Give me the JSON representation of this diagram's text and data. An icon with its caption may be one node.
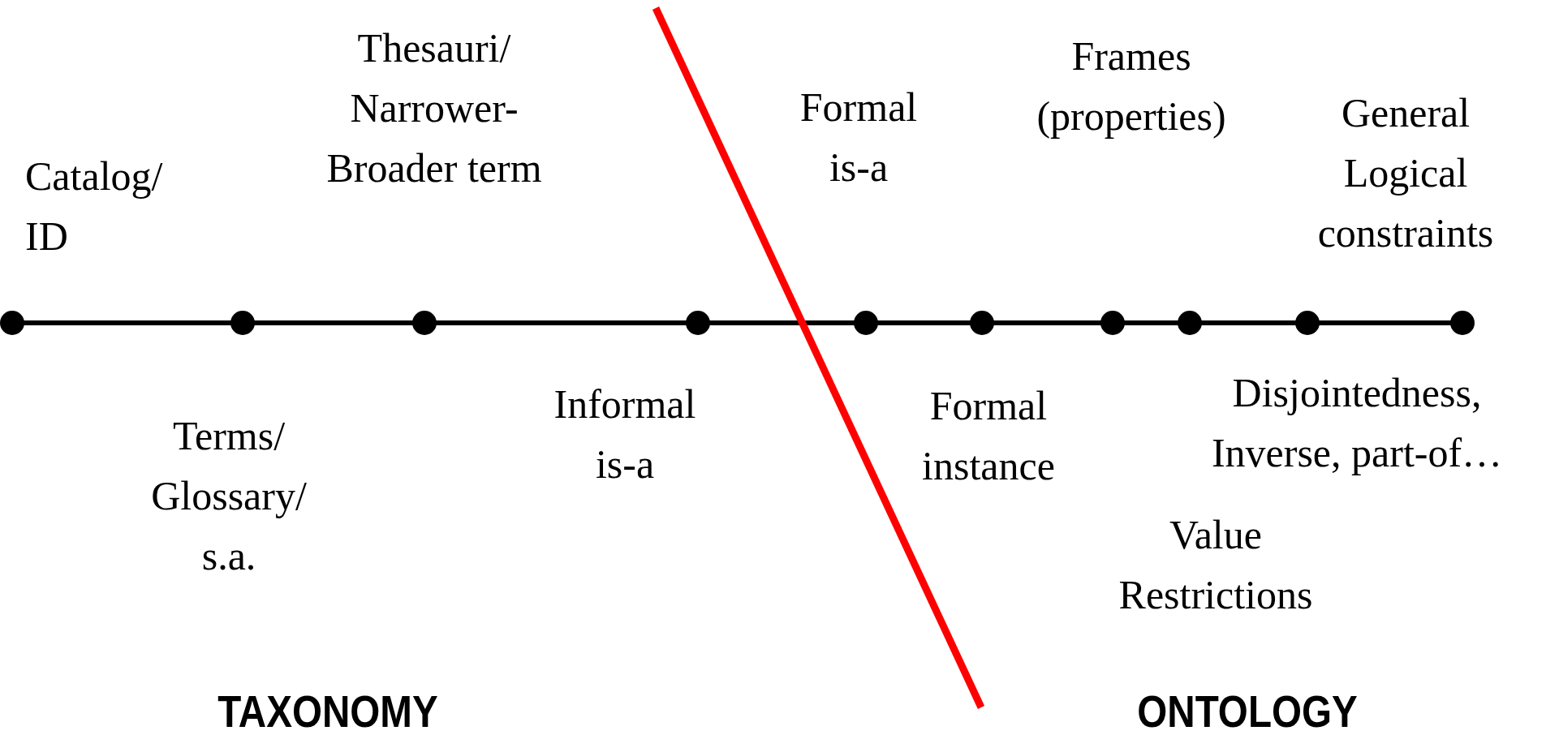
{
  "diagram": {
    "labels": [
      "Catalog/ ID",
      "Thesauri/ Narrower- Broader term",
      "Formal is-a",
      "Frames (properties)",
      "General Logical constraints",
      "Terms/ Glossary/ s.a.",
      "Informal is-a",
      "Formal instance",
      "Disjointedness, Inverse, part-of…",
      "Value Restrictions",
      "TAXONOMY",
      "ONTOLOGY"
    ]
  }
}
